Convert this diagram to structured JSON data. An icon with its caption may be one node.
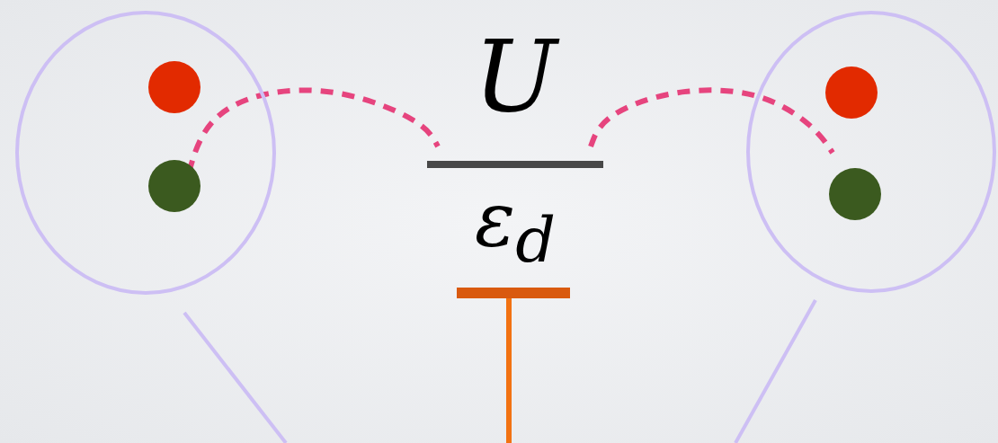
{
  "diagram": {
    "nodes": [
      {
        "text": [],
        "shape": "circle"
      },
      {
        "text": [],
        "shape": "circle",
        "in": 0
      },
      {
        "text": [],
        "shape": "circle",
        "in": 0
      },
      {
        "text": [
          "U",
          "ε$_{d}$"
        ]
      },
      {
        "text": [],
        "shape": "circle"
      },
      {
        "text": [],
        "shape": "circle",
        "in": 4
      },
      {
        "text": [],
        "shape": "circle",
        "in": 4
      }
    ],
    "edges": [
      {
        "from": 2,
        "to": 3,
        "arrow": "none",
        "style": "dashed",
        "color": "#e6447e"
      },
      {
        "from": 3,
        "to": 6,
        "arrow": "none",
        "style": "dashed",
        "color": "#e6447e"
      },
      {
        "from": 0,
        "to": null,
        "arrow": "none",
        "color": "#cdbff4"
      },
      {
        "from": 4,
        "to": null,
        "arrow": "none",
        "color": "#cdbff4"
      }
    ]
  }
}
